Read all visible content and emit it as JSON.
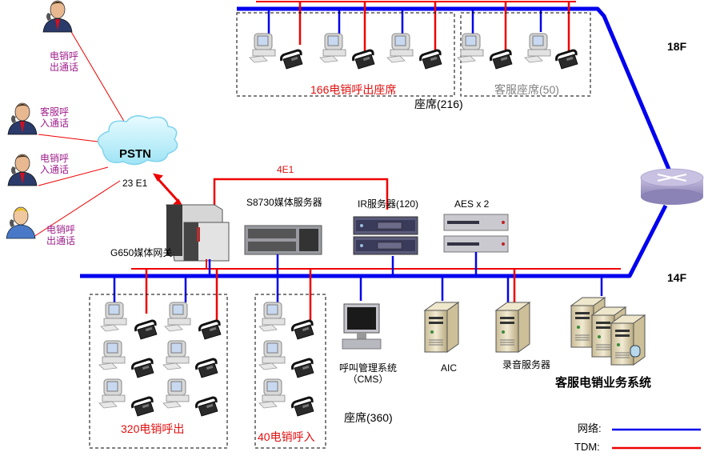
{
  "title": "Call center network topology",
  "floors": {
    "upper": "18F",
    "lower": "14F"
  },
  "pstn": {
    "label": "PSTN",
    "trunk": "23 E1"
  },
  "callers": [
    {
      "label": "电销呼\n出通话",
      "line1": "电销呼",
      "line2": "出通话"
    },
    {
      "label": "客服呼\n入通话",
      "line1": "客服呼",
      "line2": "入通话"
    },
    {
      "label": "电销呼\n入通话",
      "line1": "电销呼",
      "line2": "入通话"
    },
    {
      "label": "电销呼\n出通话",
      "line1": "电销呼",
      "line2": "出通话"
    }
  ],
  "floor18": {
    "group_outbound": "166电销呼出座席",
    "group_service": "客服座席(50)",
    "total": "座席(216)"
  },
  "core": {
    "gateway": "G650媒体网关",
    "media_server": "S8730媒体服务器",
    "ir_server": "IR服务器(120)",
    "aes": "AES x 2",
    "link": "4E1"
  },
  "floor14": {
    "group_outbound": "320电销呼出",
    "group_inbound": "40电销呼入",
    "total": "座席(360)",
    "cms_line1": "呼叫管理系统",
    "cms_line2": "（CMS）",
    "aic": "AIC",
    "recording": "录音服务器",
    "business": "客服电销业务系统"
  },
  "legend": {
    "network": "网络:",
    "tdm": "TDM:",
    "network_color": "#0000ee",
    "tdm_color": "#ee0000"
  },
  "colors": {
    "network": "#0000ee",
    "tdm": "#ee0000",
    "caller_text": "#a0208c"
  }
}
